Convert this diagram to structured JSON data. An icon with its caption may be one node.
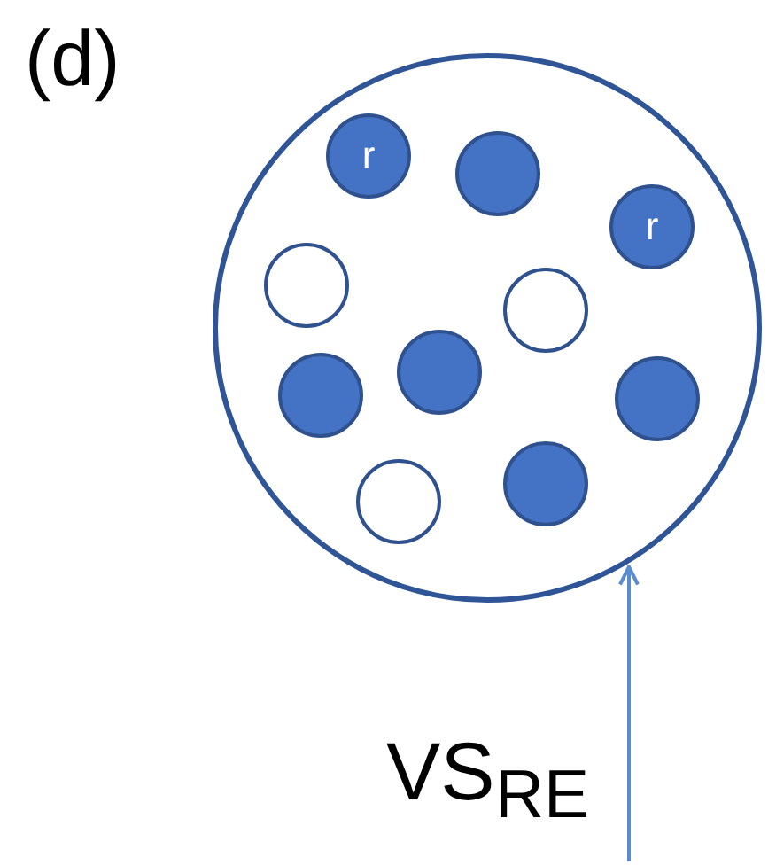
{
  "diagram": {
    "nodes": [
      {
        "text": [],
        "shape": "circle"
      },
      {
        "text": [
          "r"
        ],
        "in": 0
      },
      {
        "text": [],
        "shape": "circle",
        "in": 0
      },
      {
        "text": [
          "r"
        ],
        "in": 0
      },
      {
        "text": [],
        "shape": "circle",
        "in": 0
      },
      {
        "text": [],
        "shape": "circle",
        "in": 0
      },
      {
        "text": [],
        "shape": "circle",
        "in": 0
      },
      {
        "text": [],
        "shape": "circle",
        "in": 0
      },
      {
        "text": [],
        "shape": "circle",
        "in": 0
      },
      {
        "text": [],
        "shape": "circle",
        "in": 0
      },
      {
        "text": [],
        "shape": "circle",
        "in": 0
      },
      {
        "text": [
          "VS$_{RE}$"
        ]
      }
    ],
    "edges": [
      {
        "from": 11,
        "to": 0,
        "arrow": "to"
      }
    ],
    "labels": [
      "(d)"
    ]
  }
}
